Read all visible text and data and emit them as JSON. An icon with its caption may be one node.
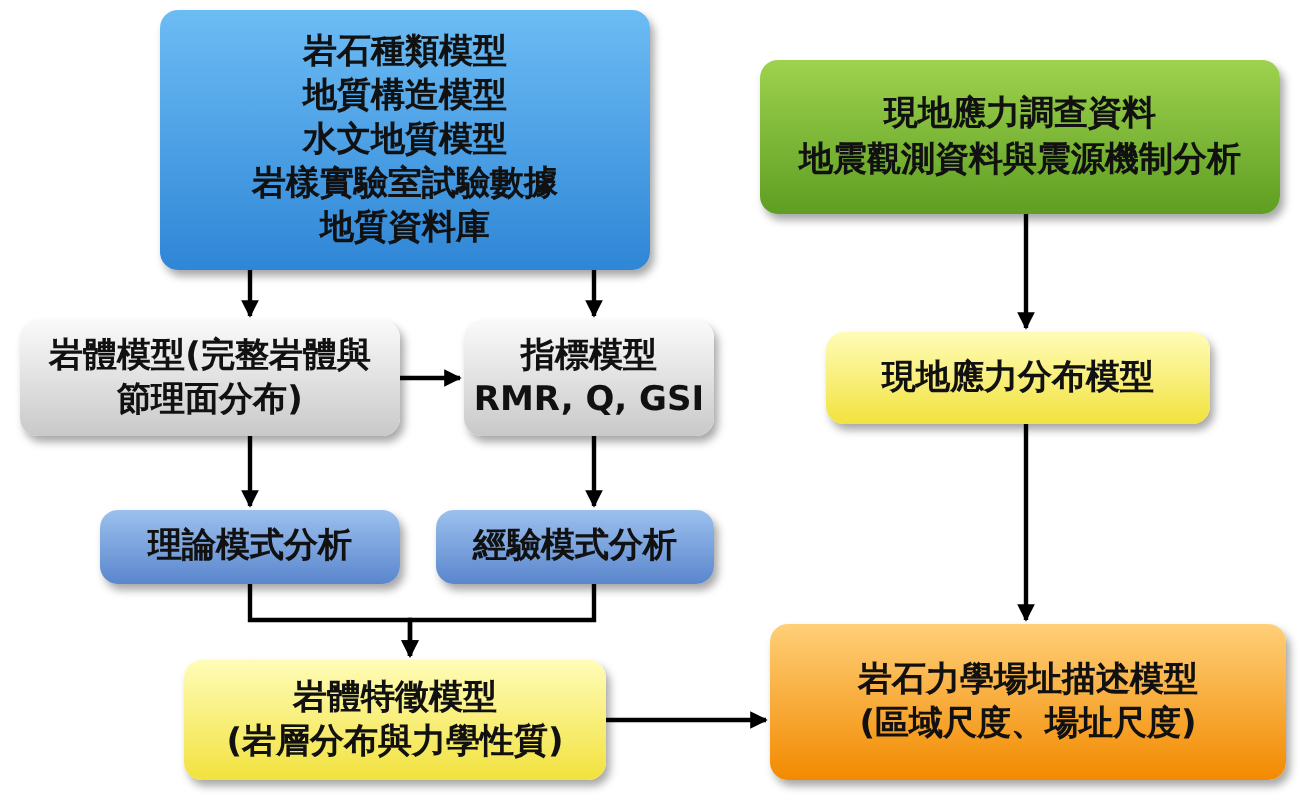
{
  "diagram": {
    "nodes": [
      {
        "text": [
          "岩石種類模型",
          "地質構造模型",
          "水文地質模型",
          "岩樣實驗室試驗數據",
          "地質資料庫"
        ]
      },
      {
        "text": [
          "現地應力調查資料",
          "地震觀測資料與震源機制分析"
        ]
      },
      {
        "text": [
          "岩體模型(完整岩體與節理面分布)"
        ]
      },
      {
        "text": [
          "指標模型",
          "RMR, Q, GSI"
        ]
      },
      {
        "text": [
          "現地應力分布模型"
        ]
      },
      {
        "text": [
          "理論模式分析"
        ]
      },
      {
        "text": [
          "經驗模式分析"
        ]
      },
      {
        "text": [
          "岩體特徵模型",
          "(岩層分布與力學性質)"
        ]
      },
      {
        "text": [
          "岩石力學場址描述模型",
          "(區域尺度、場址尺度)"
        ]
      }
    ],
    "edges": [
      {
        "from": 0,
        "to": 2,
        "arrow": "to"
      },
      {
        "from": 0,
        "to": 3,
        "arrow": "to"
      },
      {
        "from": 2,
        "to": 3,
        "arrow": "to"
      },
      {
        "from": 2,
        "to": 5,
        "arrow": "to"
      },
      {
        "from": 3,
        "to": 6,
        "arrow": "to"
      },
      {
        "from": 5,
        "to": 7,
        "arrow": "to"
      },
      {
        "from": 6,
        "to": 7,
        "arrow": "to"
      },
      {
        "from": 7,
        "to": 8,
        "arrow": "to"
      },
      {
        "from": 1,
        "to": 4,
        "arrow": "to"
      },
      {
        "from": 4,
        "to": 8,
        "arrow": "to"
      }
    ]
  }
}
